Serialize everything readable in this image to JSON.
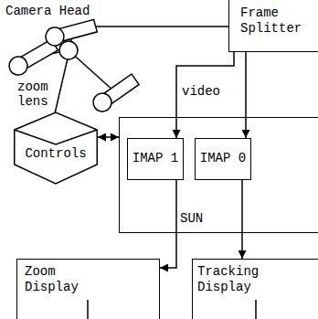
{
  "diagram": {
    "nodes": [
      {
        "text": [
          "Frame Splitter"
        ]
      },
      {
        "text": [
          "Controls"
        ]
      },
      {
        "text": [
          "SUN"
        ]
      },
      {
        "text": [
          "IMAP 1"
        ],
        "in": 2
      },
      {
        "text": [
          "IMAP 0"
        ],
        "in": 2
      },
      {
        "text": [
          "Zoom Display"
        ]
      },
      {
        "text": [
          "Tracking Display"
        ]
      }
    ],
    "edges": [
      {
        "from": 0,
        "to": 3,
        "arrow": "to"
      },
      {
        "from": 0,
        "to": 4,
        "arrow": "to"
      },
      {
        "from": 1,
        "to": 2,
        "arrow": "both"
      },
      {
        "from": 3,
        "to": 5,
        "arrow": "to"
      },
      {
        "from": 4,
        "to": 6,
        "arrow": "to"
      }
    ],
    "labels": [
      "Camera Head",
      "zoom lens",
      "video"
    ]
  }
}
